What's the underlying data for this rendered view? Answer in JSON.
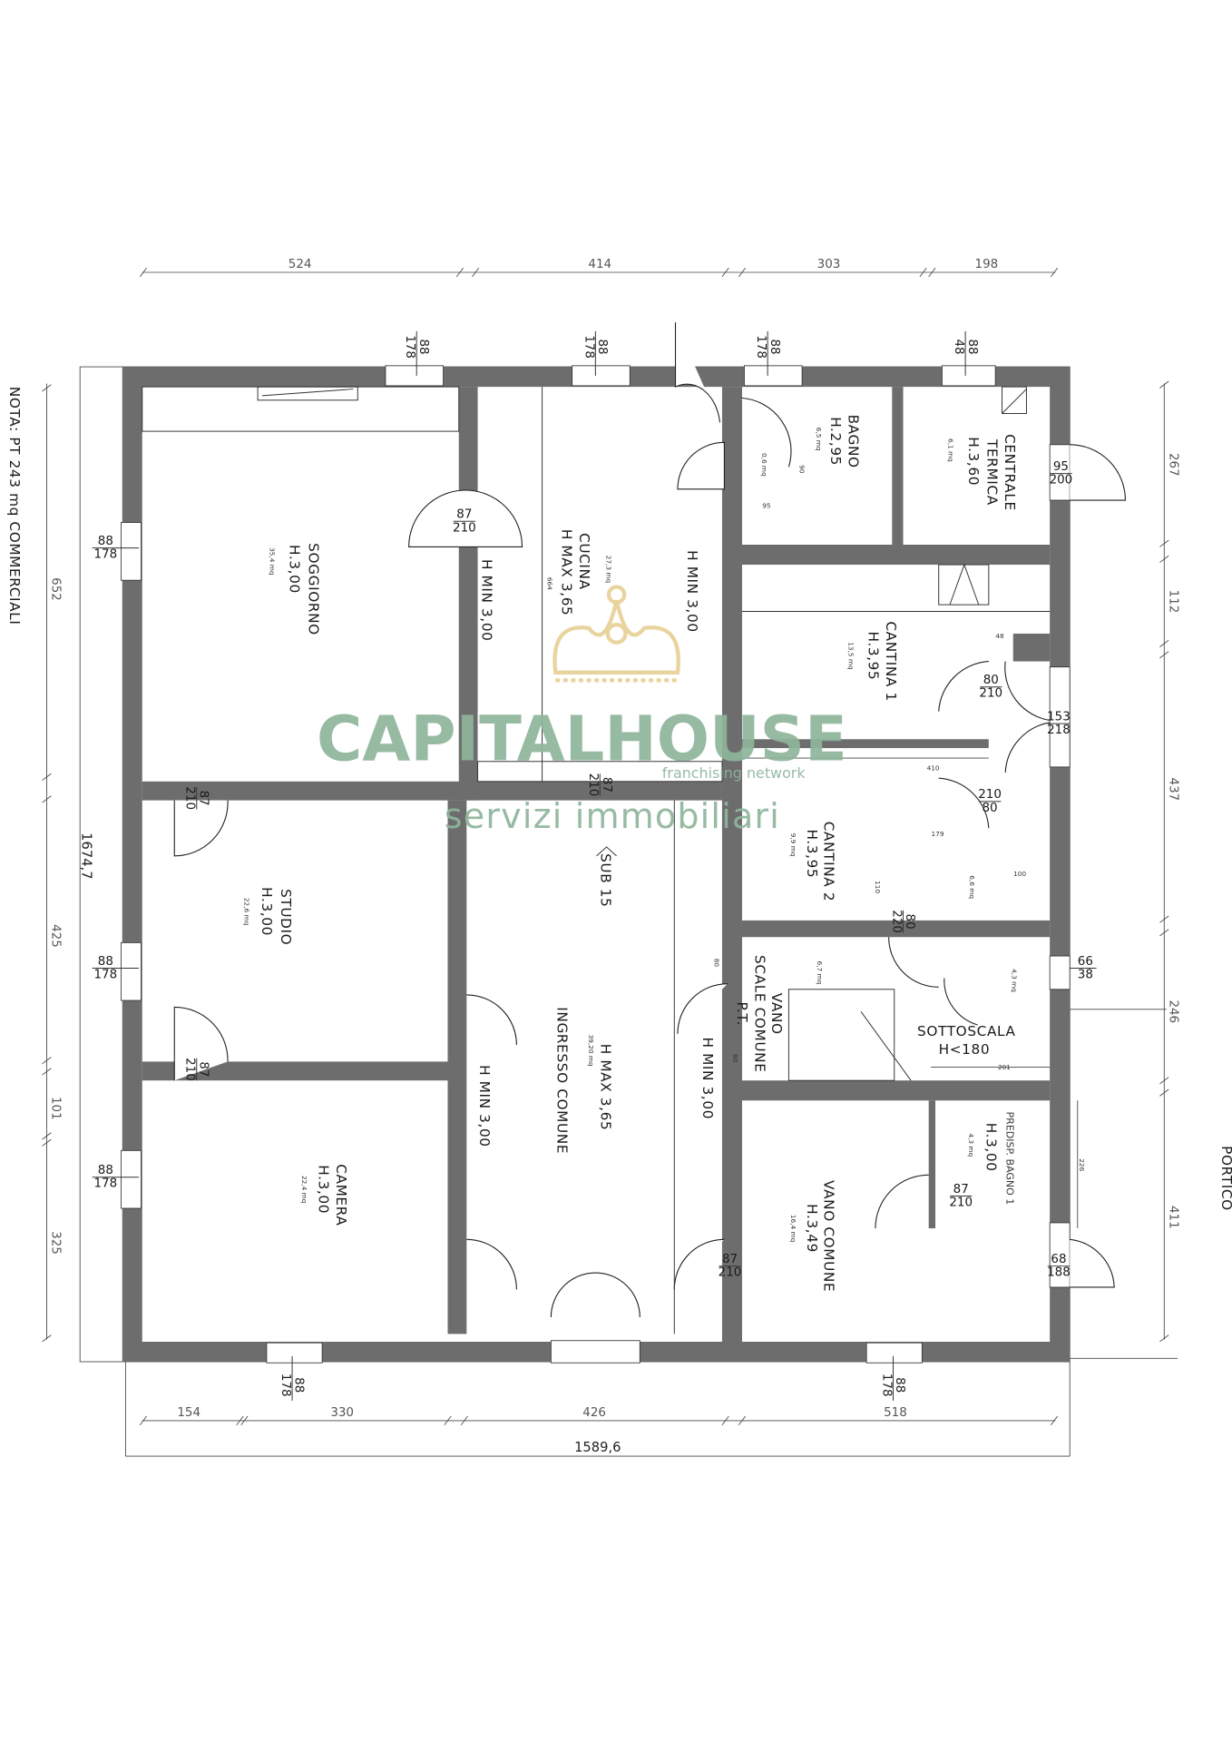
{
  "note": "NOTA: PT 243 mq COMMERCIALI",
  "rooms": {
    "soggiorno": {
      "name": "SOGGIORNO",
      "height": "H.3,00",
      "area": "35,4 mq"
    },
    "cucina": {
      "name": "CUCINA",
      "height": "H MAX 3,65",
      "area": "27,3 mq",
      "dim": "664"
    },
    "bagno": {
      "name": "BAGNO",
      "height": "H.2,95",
      "area": "6,5 mq",
      "sub_area": "0,6 mq",
      "dim_a": "90",
      "dim_b": "95"
    },
    "centrale_termica": {
      "name1": "CENTRALE",
      "name2": "TERMICA",
      "height": "H.3,60",
      "area": "6,1 mq"
    },
    "cantina1": {
      "name": "CANTINA 1",
      "height": "H.3,95",
      "area": "13,5 mq",
      "dim_a": "48",
      "dim_b": "410"
    },
    "cantina2": {
      "name": "CANTINA 2",
      "height": "H.3,95",
      "area": "9,9 mq",
      "dim_a": "179",
      "dim_b": "110",
      "dim_c": "100",
      "sub_area": "6,6 mq"
    },
    "studio": {
      "name": "STUDIO",
      "height": "H.3,00",
      "area": "22,6 mq"
    },
    "camera": {
      "name": "CAMERA",
      "height": "H.3,00",
      "area": "22,4 mq"
    },
    "ingresso": {
      "name": "INGRESSO COMUNE",
      "height": "H MAX 3,65",
      "area": "39,20 mq",
      "sub": "SUB 15"
    },
    "vano_scale": {
      "line1": "VANO",
      "line2": "SCALE COMUNE",
      "line3": "P.T.",
      "area": "6,7 mq",
      "dim_a": "80",
      "dim_b": "80"
    },
    "sottoscala": {
      "name": "SOTTOSCALA",
      "height": "H<180",
      "area": "4,3 mq",
      "dim": "201"
    },
    "predisp_bagno": {
      "name": "PREDISP. BAGNO 1",
      "height": "H.3,00",
      "area": "4,3 mq",
      "dim": "226"
    },
    "vano_comune": {
      "name": "VANO COMUNE",
      "height": "H.3,49",
      "area": "16,4 mq"
    },
    "portico": "PORTICO"
  },
  "h_min": "H MIN 3,00",
  "openings": {
    "win_top1": [
      "88",
      "178"
    ],
    "win_top2": [
      "88",
      "178"
    ],
    "win_top3": [
      "88",
      "178"
    ],
    "win_top4": [
      "88",
      "48"
    ],
    "win_left1": [
      "88",
      "178"
    ],
    "win_left2": [
      "88",
      "178"
    ],
    "win_left3": [
      "88",
      "178"
    ],
    "win_bottom1": [
      "88",
      "178"
    ],
    "win_bottom2": [
      "88",
      "178"
    ],
    "door_sogg_cuc": [
      "87",
      "210"
    ],
    "door_sogg": [
      "87",
      "210"
    ],
    "door_cucina": [
      "87",
      "210"
    ],
    "door_studio": [
      "87",
      "210"
    ],
    "door_ct": [
      "95",
      "200"
    ],
    "door_cant1": [
      "80",
      "210"
    ],
    "door_ext": [
      "153",
      "218"
    ],
    "door_cant2": [
      "210",
      "80"
    ],
    "door_scale": [
      "80",
      "220"
    ],
    "door_sottoscala": [
      "66",
      "38"
    ],
    "door_predisp": [
      "87",
      "210"
    ],
    "door_vano": [
      "87",
      "210"
    ],
    "door_portico": [
      "68",
      "188"
    ]
  },
  "dimensions": {
    "top": [
      "524",
      "414",
      "303",
      "198"
    ],
    "bottom": [
      "154",
      "330",
      "426",
      "518"
    ],
    "bottom_total": "1589,6",
    "left": [
      "652",
      "425",
      "101",
      "325"
    ],
    "left_total": "1674,7",
    "right": [
      "267",
      "112",
      "437",
      "246",
      "411"
    ]
  },
  "watermark": {
    "brand_a": "CAPITAL",
    "brand_b": "HOUSE",
    "tagline": "franchising network",
    "subtitle": "servizi immobiliari",
    "color": "#8fb59b",
    "crown_color": "#e7cf94"
  }
}
